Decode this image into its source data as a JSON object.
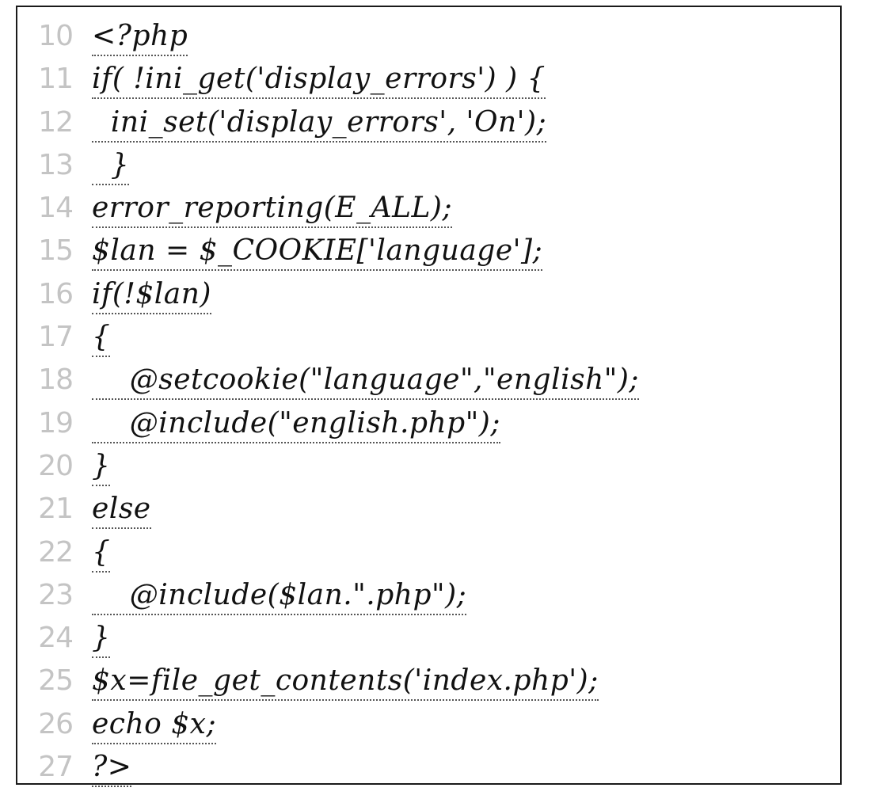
{
  "code_listing": {
    "lines": [
      {
        "number": "10",
        "text": "<?php"
      },
      {
        "number": "11",
        "text": "if( !ini_get('display_errors') ) {"
      },
      {
        "number": "12",
        "text": "  ini_set('display_errors', 'On');"
      },
      {
        "number": "13",
        "text": "  }"
      },
      {
        "number": "14",
        "text": "error_reporting(E_ALL);"
      },
      {
        "number": "15",
        "text": "$lan = $_COOKIE['language'];"
      },
      {
        "number": "16",
        "text": "if(!$lan)"
      },
      {
        "number": "17",
        "text": "{"
      },
      {
        "number": "18",
        "text": "    @setcookie(\"language\",\"english\");"
      },
      {
        "number": "19",
        "text": "    @include(\"english.php\");"
      },
      {
        "number": "20",
        "text": "}"
      },
      {
        "number": "21",
        "text": "else"
      },
      {
        "number": "22",
        "text": "{"
      },
      {
        "number": "23",
        "text": "    @include($lan.\".php\");"
      },
      {
        "number": "24",
        "text": "}"
      },
      {
        "number": "25",
        "text": "$x=file_get_contents('index.php');"
      },
      {
        "number": "26",
        "text": "echo $x;"
      },
      {
        "number": "27",
        "text": "?>"
      }
    ]
  }
}
